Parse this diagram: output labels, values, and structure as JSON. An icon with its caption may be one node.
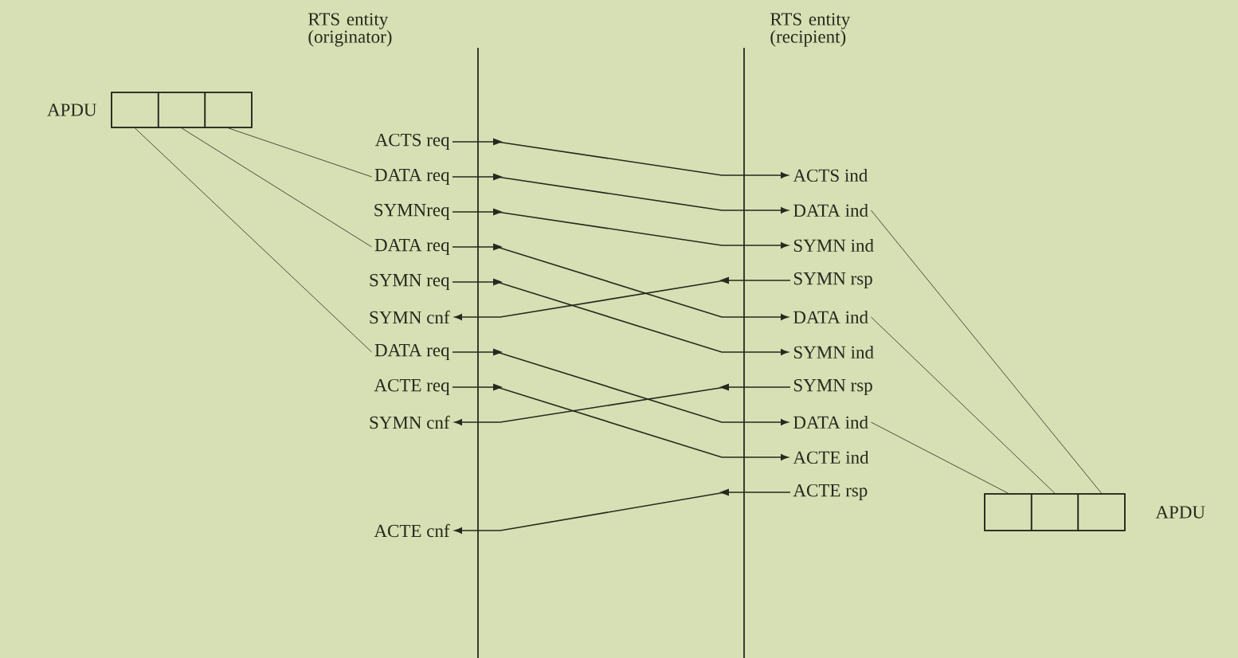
{
  "diagram": {
    "nodes": [
      {
        "text": [],
        "shape": "box",
        "beside": [
          "APDU"
        ]
      },
      {
        "text": [],
        "shape": "box",
        "in": 0
      },
      {
        "text": [],
        "shape": "box",
        "in": 0
      },
      {
        "text": [],
        "shape": "box",
        "in": 0
      },
      {
        "text": [
          "ACTS req"
        ]
      },
      {
        "text": [
          "DATA req"
        ]
      },
      {
        "text": [
          "SYMNreq"
        ]
      },
      {
        "text": [
          "DATA req"
        ]
      },
      {
        "text": [
          "SYMN req"
        ]
      },
      {
        "text": [
          "SYMN cnf"
        ]
      },
      {
        "text": [
          "DATA req"
        ]
      },
      {
        "text": [
          "ACTE req"
        ]
      },
      {
        "text": [
          "SYMN cnf"
        ]
      },
      {
        "text": [
          "ACTE cnf"
        ]
      },
      {
        "text": [
          "ACTS ind"
        ]
      },
      {
        "text": [
          "DATA ind"
        ]
      },
      {
        "text": [
          "SYMN ind"
        ]
      },
      {
        "text": [
          "SYMN rsp"
        ]
      },
      {
        "text": [
          "DATA ind"
        ]
      },
      {
        "text": [
          "SYMN ind"
        ]
      },
      {
        "text": [
          "SYMN rsp"
        ]
      },
      {
        "text": [
          "DATA ind"
        ]
      },
      {
        "text": [
          "ACTE ind"
        ]
      },
      {
        "text": [
          "ACTE rsp"
        ]
      },
      {
        "text": [],
        "shape": "box",
        "beside": [
          "APDU"
        ]
      },
      {
        "text": [],
        "shape": "box",
        "in": 24
      },
      {
        "text": [],
        "shape": "box",
        "in": 24
      },
      {
        "text": [],
        "shape": "box",
        "in": 24
      }
    ],
    "edges": [
      {
        "from": 4,
        "to": 14,
        "arrow": "to"
      },
      {
        "from": 5,
        "to": 15,
        "arrow": "to"
      },
      {
        "from": 6,
        "to": 16,
        "arrow": "to"
      },
      {
        "from": 7,
        "to": 18,
        "arrow": "to"
      },
      {
        "from": 8,
        "to": 19,
        "arrow": "to"
      },
      {
        "from": 17,
        "to": 9,
        "arrow": "to"
      },
      {
        "from": 10,
        "to": 21,
        "arrow": "to"
      },
      {
        "from": 11,
        "to": 22,
        "arrow": "to"
      },
      {
        "from": 20,
        "to": 12,
        "arrow": "to"
      },
      {
        "from": 23,
        "to": 13,
        "arrow": "to"
      },
      {
        "from": 5,
        "to": 3,
        "arrow": "none"
      },
      {
        "from": 7,
        "to": 2,
        "arrow": "none"
      },
      {
        "from": 10,
        "to": 1,
        "arrow": "none"
      },
      {
        "from": 15,
        "to": 27,
        "arrow": "none"
      },
      {
        "from": 18,
        "to": 26,
        "arrow": "none"
      },
      {
        "from": 21,
        "to": 25,
        "arrow": "none"
      }
    ],
    "labels": [
      "RTS entity (originator)",
      "RTS entity (recipient)"
    ]
  }
}
